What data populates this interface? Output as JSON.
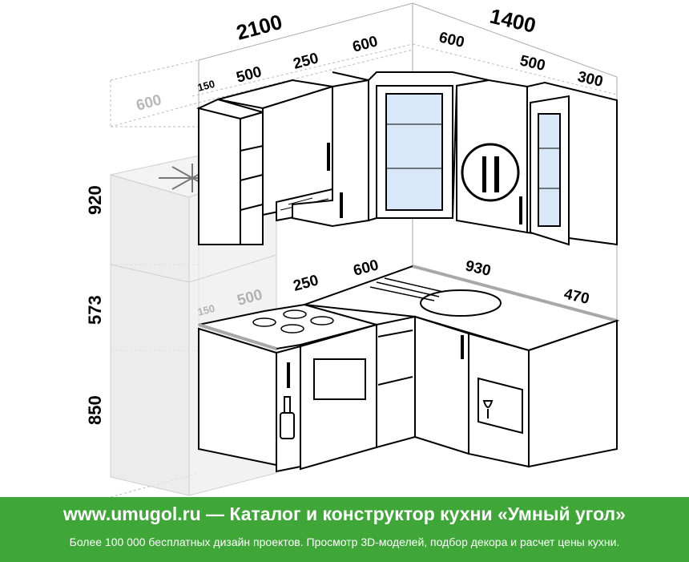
{
  "dimensions": {
    "top_width_left": "2100",
    "top_width_right": "1400",
    "upper_left_150": "150",
    "upper_left_500": "500",
    "upper_left_250": "250",
    "upper_left_600": "600",
    "upper_right_600": "600",
    "upper_right_500": "500",
    "upper_right_300": "300",
    "fridge_depth_600": "600",
    "height_920": "920",
    "height_573": "573",
    "height_850": "850",
    "lower_150": "150",
    "lower_500": "500",
    "lower_250": "250",
    "lower_600": "600",
    "lower_930": "930",
    "lower_470": "470"
  },
  "colors": {
    "banner_green": "#3ea737",
    "fridge_fill": "#e6e6e6",
    "glass_fill": "#d8e8f8",
    "countertop": "#a8a8a8"
  },
  "banner": {
    "title": "www.umugol.ru — Каталог и конструктор кухни «Умный угол»",
    "subtitle": "Более 100 000 бесплатных дизайн проектов. Просмотр 3D-моделей, подбор декора и расчет цены кухни."
  }
}
